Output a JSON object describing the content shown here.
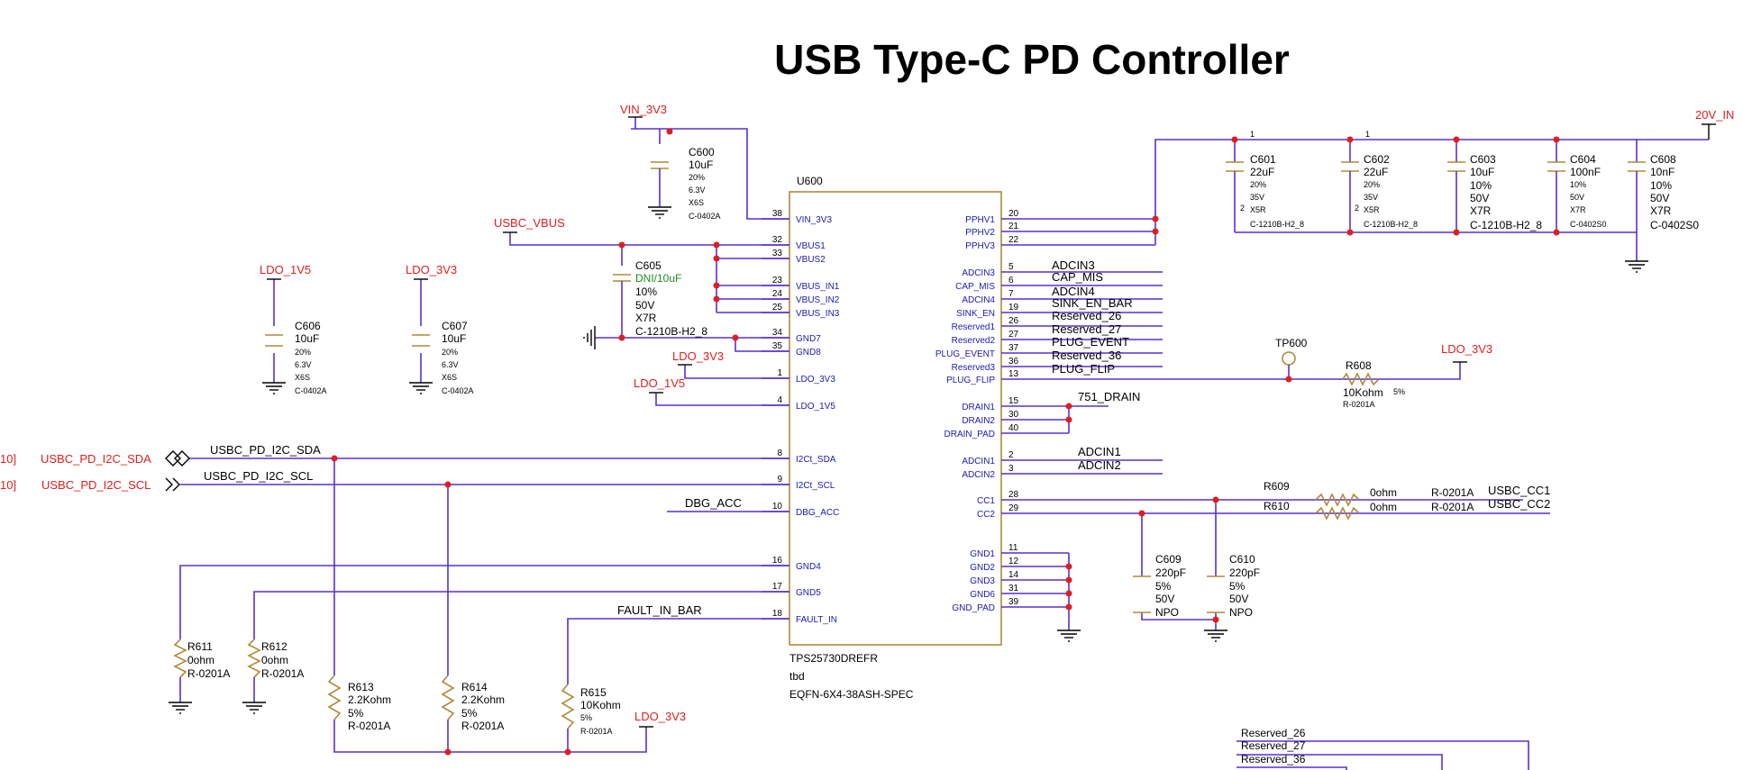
{
  "title": "USB Type-C PD Controller",
  "ic": {
    "ref": "U600",
    "part": "TPS25730DREFR",
    "value": "tbd",
    "package": "EQFN-6X4-38ASH-SPEC",
    "left_pins": [
      {
        "num": "38",
        "name": "VIN_3V3"
      },
      {
        "num": "32",
        "name": "VBUS1"
      },
      {
        "num": "33",
        "name": "VBUS2"
      },
      {
        "num": "23",
        "name": "VBUS_IN1"
      },
      {
        "num": "24",
        "name": "VBUS_IN2"
      },
      {
        "num": "25",
        "name": "VBUS_IN3"
      },
      {
        "num": "34",
        "name": "GND7"
      },
      {
        "num": "35",
        "name": "GND8"
      },
      {
        "num": "1",
        "name": "LDO_3V3"
      },
      {
        "num": "4",
        "name": "LDO_1V5"
      },
      {
        "num": "8",
        "name": "I2Ct_SDA"
      },
      {
        "num": "9",
        "name": "I2Ct_SCL"
      },
      {
        "num": "10",
        "name": "DBG_ACC"
      },
      {
        "num": "16",
        "name": "GND4"
      },
      {
        "num": "17",
        "name": "GND5"
      },
      {
        "num": "18",
        "name": "FAULT_IN"
      }
    ],
    "right_pins": [
      {
        "num": "20",
        "name": "PPHV1"
      },
      {
        "num": "21",
        "name": "PPHV2"
      },
      {
        "num": "22",
        "name": "PPHV3"
      },
      {
        "num": "5",
        "name": "ADCIN3"
      },
      {
        "num": "6",
        "name": "CAP_MIS"
      },
      {
        "num": "7",
        "name": "ADCIN4"
      },
      {
        "num": "19",
        "name": "SINK_EN"
      },
      {
        "num": "26",
        "name": "Reserved1"
      },
      {
        "num": "27",
        "name": "Reserved2"
      },
      {
        "num": "37",
        "name": "PLUG_EVENT"
      },
      {
        "num": "36",
        "name": "Reserved3"
      },
      {
        "num": "13",
        "name": "PLUG_FLIP"
      },
      {
        "num": "15",
        "name": "DRAIN1"
      },
      {
        "num": "30",
        "name": "DRAIN2"
      },
      {
        "num": "40",
        "name": "DRAIN_PAD"
      },
      {
        "num": "2",
        "name": "ADCIN1"
      },
      {
        "num": "3",
        "name": "ADCIN2"
      },
      {
        "num": "28",
        "name": "CC1"
      },
      {
        "num": "29",
        "name": "CC2"
      },
      {
        "num": "11",
        "name": "GND1"
      },
      {
        "num": "12",
        "name": "GND2"
      },
      {
        "num": "14",
        "name": "GND3"
      },
      {
        "num": "31",
        "name": "GND6"
      },
      {
        "num": "39",
        "name": "GND_PAD"
      }
    ]
  },
  "net_labels": {
    "vin_3v3": "VIN_3V3",
    "usbc_vbus": "USBC_VBUS",
    "ldo_1v5_a": "LDO_1V5",
    "ldo_3v3_a": "LDO_3V3",
    "ldo_3v3_pin": "LDO_3V3",
    "ldo_1v5_pin": "LDO_1V5",
    "ldo_3v3_tp": "LDO_3V3",
    "ldo_3v3_r615": "LDO_3V3",
    "v20_in": "20V_IN",
    "sda_port": "USBC_PD_I2C_SDA",
    "scl_port": "USBC_PD_I2C_SCL",
    "sda_port_prefix": "10]",
    "scl_port_prefix": "10]",
    "sda_net": "USBC_PD_I2C_SDA",
    "scl_net": "USBC_PD_I2C_SCL",
    "dbg_acc": "DBG_ACC",
    "fault_in_bar": "FAULT_IN_BAR",
    "adcin3": "ADCIN3",
    "cap_mis": "CAP_MIS",
    "adcin4": "ADCIN4",
    "sink_en_bar": "SINK_EN_BAR",
    "reserved_26": "Reserved_26",
    "reserved_27": "Reserved_27",
    "plug_event": "PLUG_EVENT",
    "reserved_36": "Reserved_36",
    "plug_flip": "PLUG_FLIP",
    "drain": "751_DRAIN",
    "adcin1": "ADCIN1",
    "adcin2": "ADCIN2",
    "usbc_cc1": "USBC_CC1",
    "usbc_cc2": "USBC_CC2",
    "bottom_reserved_26": "Reserved_26",
    "bottom_reserved_27": "Reserved_27",
    "bottom_reserved_36": "Reserved_36",
    "tp600": "TP600",
    "pin_num_1": "1",
    "pin_num_2": "2",
    "pin_num_1b": "1",
    "pin_num_2b": "2"
  },
  "components": {
    "c600": {
      "ref": "C600",
      "value": "10uF",
      "tol": "20%",
      "volt": "6.3V",
      "diel": "X6S",
      "pkg": "C-0402A"
    },
    "c605": {
      "ref": "C605",
      "value": "DNI/10uF",
      "tol": "10%",
      "volt": "50V",
      "diel": "X7R",
      "pkg": "C-1210B-H2_8"
    },
    "c606": {
      "ref": "C606",
      "value": "10uF",
      "tol": "20%",
      "volt": "6.3V",
      "diel": "X6S",
      "pkg": "C-0402A"
    },
    "c607": {
      "ref": "C607",
      "value": "10uF",
      "tol": "20%",
      "volt": "6.3V",
      "diel": "X6S",
      "pkg": "C-0402A"
    },
    "c601": {
      "ref": "C601",
      "value": "22uF",
      "tol": "20%",
      "volt": "35V",
      "diel": "X5R",
      "pkg": "C-1210B-H2_8"
    },
    "c602": {
      "ref": "C602",
      "value": "22uF",
      "tol": "20%",
      "volt": "35V",
      "diel": "X5R",
      "pkg": "C-1210B-H2_8"
    },
    "c603": {
      "ref": "C603",
      "value": "10uF",
      "tol": "10%",
      "volt": "50V",
      "diel": "X7R",
      "pkg": "C-1210B-H2_8"
    },
    "c604": {
      "ref": "C604",
      "value": "100nF",
      "tol": "10%",
      "volt": "50V",
      "diel": "X7R",
      "pkg": "C-0402S0"
    },
    "c608": {
      "ref": "C608",
      "value": "10nF",
      "tol": "10%",
      "volt": "50V",
      "diel": "X7R",
      "pkg": "C-0402S0"
    },
    "c609": {
      "ref": "C609",
      "value": "220pF",
      "tol": "5%",
      "volt": "50V",
      "diel": "NPO"
    },
    "c610": {
      "ref": "C610",
      "value": "220pF",
      "tol": "5%",
      "volt": "50V",
      "diel": "NPO"
    },
    "r608": {
      "ref": "R608",
      "value": "10Kohm",
      "tol": "5%",
      "pkg": "R-0201A"
    },
    "r609": {
      "ref": "R609",
      "value": "0ohm",
      "pkg": "R-0201A"
    },
    "r610": {
      "ref": "R610",
      "value": "0ohm",
      "pkg": "R-0201A"
    },
    "r611": {
      "ref": "R611",
      "value": "0ohm",
      "pkg": "R-0201A"
    },
    "r612": {
      "ref": "R612",
      "value": "0ohm",
      "pkg": "R-0201A"
    },
    "r613": {
      "ref": "R613",
      "value": "2.2Kohm",
      "tol": "5%",
      "pkg": "R-0201A"
    },
    "r614": {
      "ref": "R614",
      "value": "2.2Kohm",
      "tol": "5%",
      "pkg": "R-0201A"
    },
    "r615": {
      "ref": "R615",
      "value": "10Kohm",
      "tol": "5%",
      "pkg": "R-0201A"
    }
  },
  "colors": {
    "wire": "#5a2fd0",
    "power": "#e01e1e",
    "body": "#b08a3a",
    "pin_text": "#1a1ab4",
    "dni": "#1e8c1e"
  }
}
